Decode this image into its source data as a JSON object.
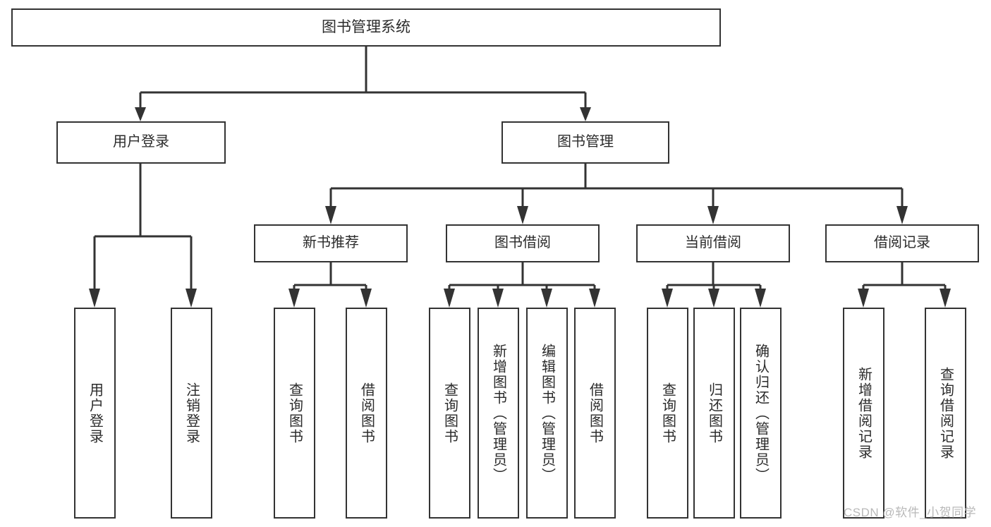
{
  "diagram": {
    "title": "图书管理系统",
    "type": "tree-hierarchy",
    "stroke_color": "#333333",
    "text_color": "#2b2b2b",
    "background": "#ffffff",
    "watermark": "CSDN @软件_小贺同学",
    "watermark_color": "#b9b9b9"
  },
  "nodes": {
    "root": {
      "label": "图书管理系统"
    },
    "level2": [
      {
        "id": "user-login",
        "label": "用户登录"
      },
      {
        "id": "book-manage",
        "label": "图书管理"
      }
    ],
    "level3": [
      {
        "id": "new-book-recommend",
        "label": "新书推荐"
      },
      {
        "id": "book-borrow",
        "label": "图书借阅"
      },
      {
        "id": "current-borrow",
        "label": "当前借阅"
      },
      {
        "id": "borrow-record",
        "label": "借阅记录"
      }
    ],
    "leaves": [
      {
        "id": "leaf-user-login",
        "label": "用户登录",
        "parent": "user-login"
      },
      {
        "id": "leaf-logout",
        "label": "注销登录",
        "parent": "user-login"
      },
      {
        "id": "leaf-query-book-1",
        "label": "查询图书",
        "parent": "new-book-recommend"
      },
      {
        "id": "leaf-borrow-book-1",
        "label": "借阅图书",
        "parent": "new-book-recommend"
      },
      {
        "id": "leaf-query-book-2",
        "label": "查询图书",
        "parent": "book-borrow"
      },
      {
        "id": "leaf-add-book",
        "label": "新增图书（管理员）",
        "parent": "book-borrow"
      },
      {
        "id": "leaf-edit-book",
        "label": "编辑图书（管理员）",
        "parent": "book-borrow"
      },
      {
        "id": "leaf-borrow-book-2",
        "label": "借阅图书",
        "parent": "book-borrow"
      },
      {
        "id": "leaf-query-book-3",
        "label": "查询图书",
        "parent": "current-borrow"
      },
      {
        "id": "leaf-return-book",
        "label": "归还图书",
        "parent": "current-borrow"
      },
      {
        "id": "leaf-confirm-return",
        "label": "确认归还（管理员）",
        "parent": "current-borrow"
      },
      {
        "id": "leaf-add-record",
        "label": "新增借阅记录",
        "parent": "borrow-record"
      },
      {
        "id": "leaf-query-record",
        "label": "查询借阅记录",
        "parent": "borrow-record"
      }
    ]
  }
}
